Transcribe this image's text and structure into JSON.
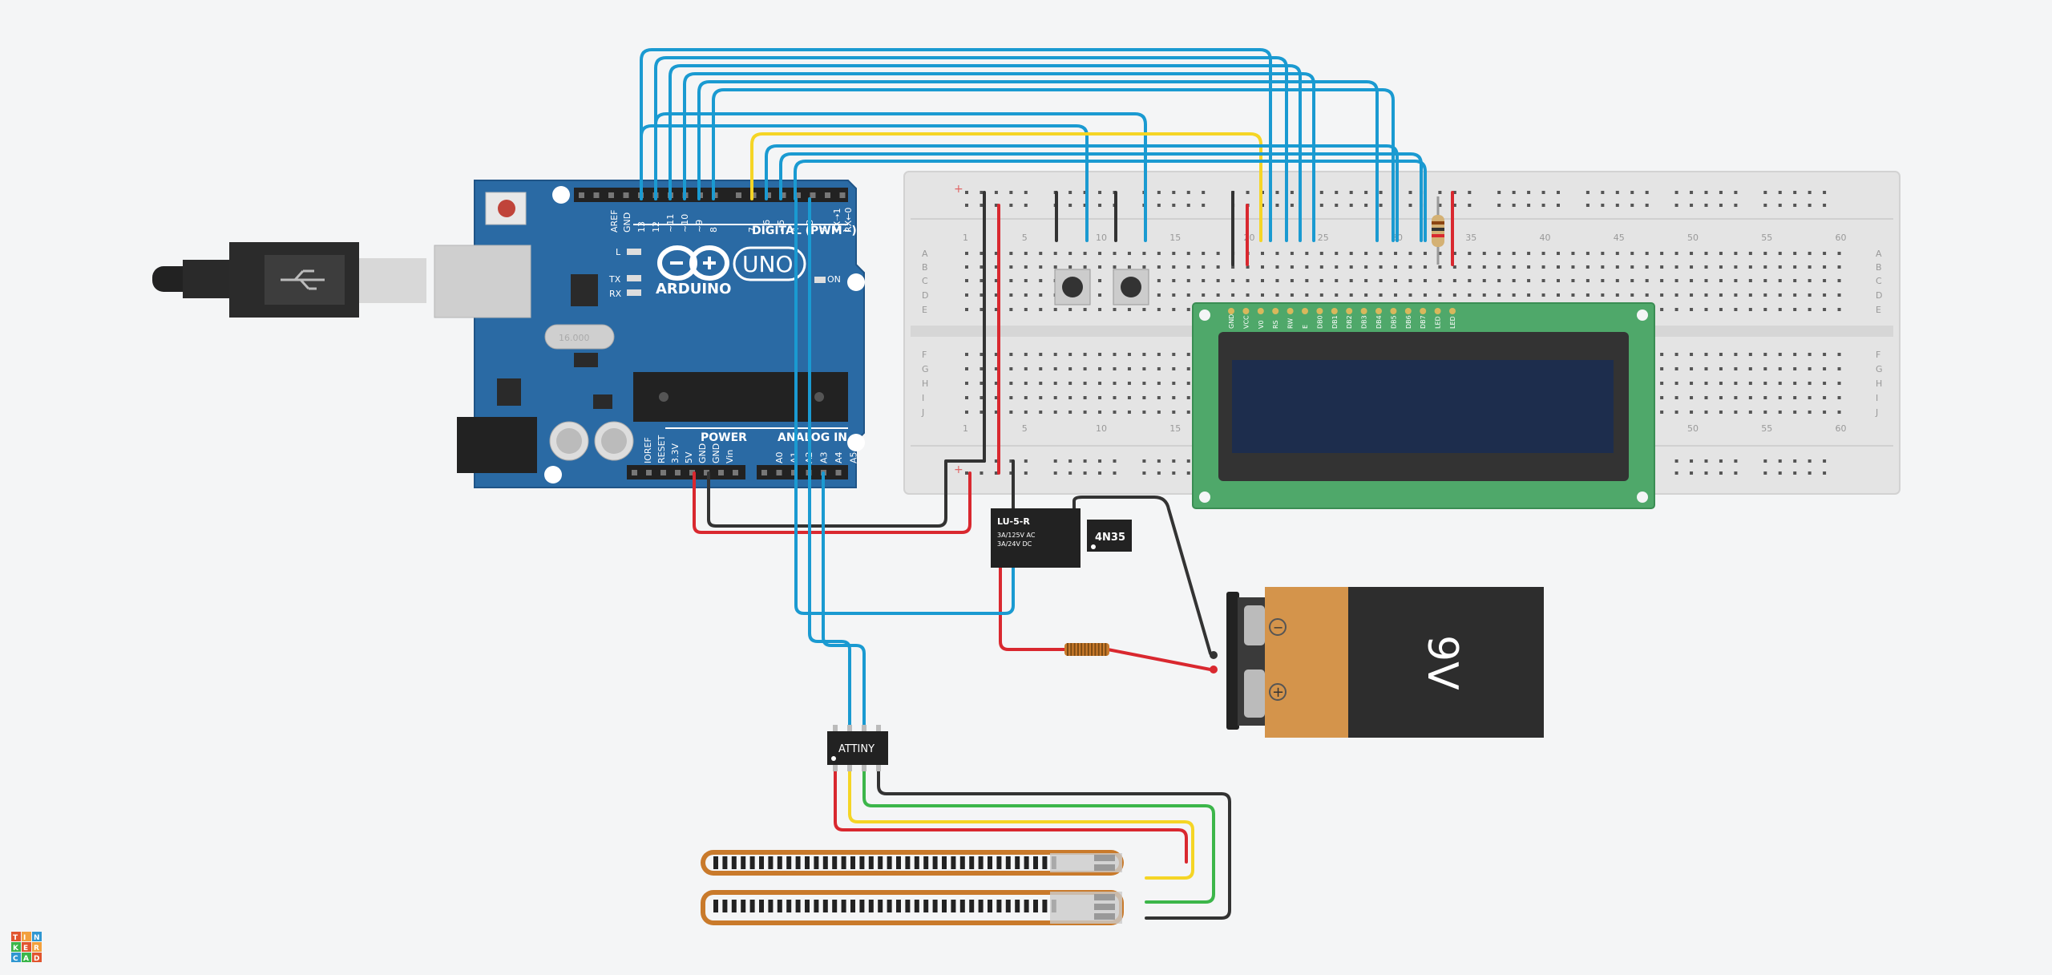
{
  "colors": {
    "background": "#f4f5f6",
    "arduino_board": "#2a6aa4",
    "breadboard": "#e3e3e3",
    "lcd_pcb": "#4fa86a",
    "lcd_screen": "#1d2d4d",
    "wire_blue": "#1a9ad1",
    "wire_yellow": "#f5d525",
    "wire_red": "#d9282f",
    "wire_black": "#333333",
    "wire_green": "#3cb64a",
    "battery_orange": "#d4944b",
    "flex_sensor": "#c97a2b"
  },
  "arduino": {
    "brand": "ARDUINO",
    "model": "UNO",
    "digital_label": "DIGITAL (PWM~)",
    "power_label": "POWER",
    "analog_label": "ANALOG IN",
    "on_label": "ON",
    "led_l": "L",
    "led_tx": "TX",
    "led_rx": "RX",
    "crystal": "16.000",
    "top_pins": [
      "AREF",
      "GND",
      "13",
      "12",
      "~11",
      "~10",
      "~9",
      "8",
      "7",
      "~6",
      "~5",
      "4",
      "~3",
      "2",
      "TX➝1",
      "RX←0"
    ],
    "power_pins": [
      "IOREF",
      "RESET",
      "3.3V",
      "5V",
      "GND",
      "GND",
      "Vin"
    ],
    "analog_pins": [
      "A0",
      "A1",
      "A2",
      "A3",
      "A4",
      "A5"
    ]
  },
  "breadboard": {
    "row_letters": [
      "A",
      "B",
      "C",
      "D",
      "E",
      "F",
      "G",
      "H",
      "I",
      "J"
    ],
    "col_numbers": [
      "1",
      "5",
      "10",
      "15",
      "20",
      "25",
      "30",
      "35",
      "40",
      "45",
      "50",
      "55",
      "60"
    ]
  },
  "lcd": {
    "pins": [
      "GND",
      "VCC",
      "V0",
      "RS",
      "RW",
      "E",
      "DB0",
      "DB1",
      "DB2",
      "DB3",
      "DB4",
      "DB5",
      "DB6",
      "DB7",
      "LED",
      "LED"
    ]
  },
  "relay": {
    "name": "LU-5-R",
    "rating1": "3A/125V AC",
    "rating2": "3A/24V DC"
  },
  "optocoupler": {
    "name": "4N35"
  },
  "attiny": {
    "name": "ATTINY"
  },
  "battery": {
    "label": "9V",
    "minus": "−",
    "plus": "+"
  },
  "logo": {
    "letters": [
      "T",
      "I",
      "N",
      "K",
      "E",
      "R",
      "C",
      "A",
      "D"
    ]
  }
}
